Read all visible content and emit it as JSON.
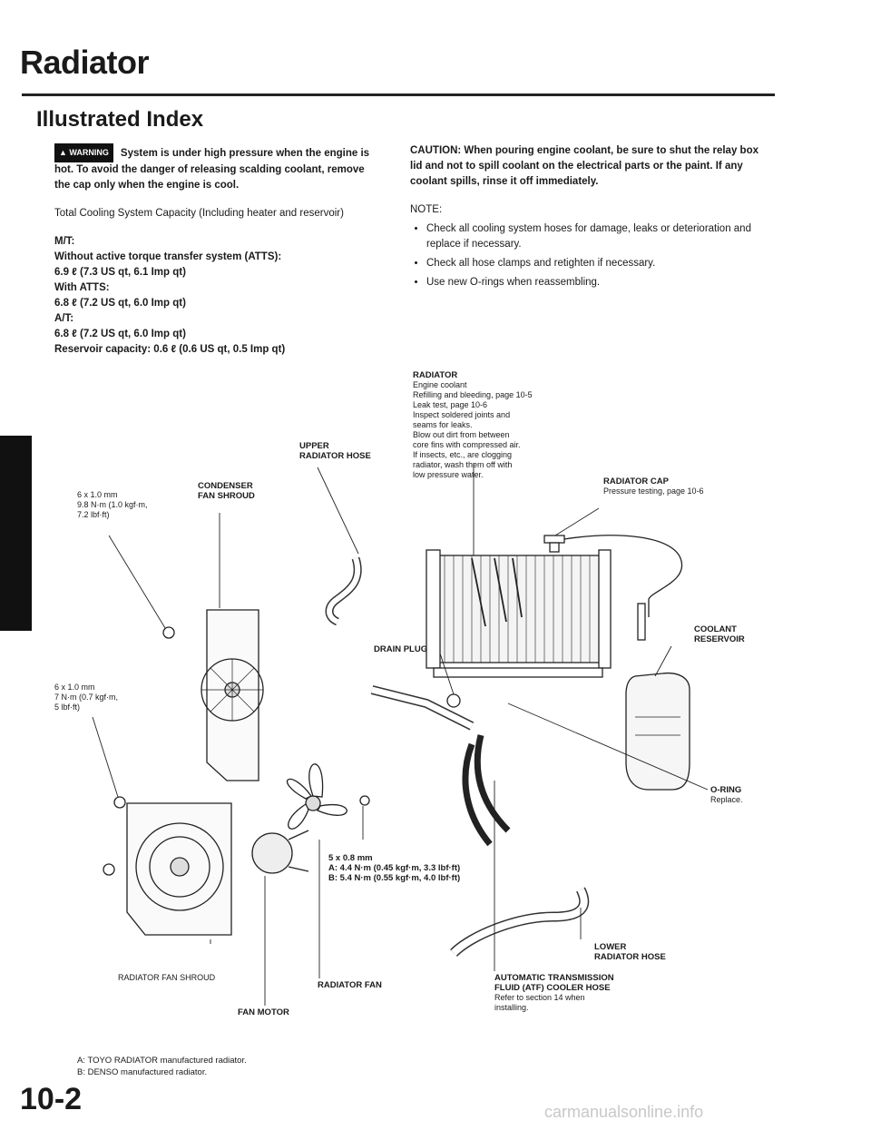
{
  "page": {
    "title": "Radiator",
    "subtitle": "Illustrated Index",
    "page_number": "10-2",
    "watermark": "carmanualsonline.info"
  },
  "left": {
    "warning_badge": "WARNING",
    "warning_text": "System is under high pressure when the engine is hot. To avoid the danger of releasing scalding coolant, remove the cap only when the engine is cool.",
    "capacity_heading": "Total Cooling System Capacity (Including heater and reservoir)",
    "mt_label": "M/T:",
    "without_atts_label": "Without active torque transfer system (ATTS):",
    "without_atts_value": "6.9 ℓ (7.3 US qt, 6.1 Imp qt)",
    "with_atts_label": "With ATTS:",
    "with_atts_value": "6.8 ℓ (7.2 US qt, 6.0 Imp qt)",
    "at_label": "A/T:",
    "at_value": "6.8 ℓ (7.2 US qt, 6.0 Imp qt)",
    "reservoir": "Reservoir capacity: 0.6 ℓ (0.6 US qt, 0.5 Imp qt)"
  },
  "right": {
    "caution": "CAUTION: When pouring engine coolant, be sure to shut the relay box lid and not to spill coolant on the electrical parts or the paint. If any coolant spills, rinse it off immediately.",
    "note_label": "NOTE:",
    "notes": [
      "Check all cooling system hoses for damage, leaks or deterioration and replace if necessary.",
      "Check all hose clamps and retighten if necessary.",
      "Use new O-rings when reassembling."
    ]
  },
  "callouts": {
    "radiator": {
      "title": "RADIATOR",
      "lines": [
        "Engine coolant",
        "Refilling and bleeding, page 10-5",
        "Leak test, page 10-6",
        "Inspect soldered joints and",
        "seams for leaks.",
        "Blow out dirt from between",
        "core fins with compressed air.",
        "If insects, etc., are clogging",
        "radiator, wash them off with",
        "low pressure water."
      ]
    },
    "radiator_cap": {
      "title": "RADIATOR CAP",
      "lines": [
        "Pressure testing, page 10-6"
      ]
    },
    "upper_hose": {
      "title_1": "UPPER",
      "title_2": "RADIATOR HOSE"
    },
    "condenser_shroud": {
      "title_1": "CONDENSER",
      "title_2": "FAN SHROUD"
    },
    "bolt_6x10_a": {
      "lines": [
        "6 x 1.0 mm",
        "9.8 N·m (1.0 kgf·m,",
        "7.2 lbf·ft)"
      ]
    },
    "bolt_6x10_b": {
      "lines": [
        "6 x 1.0 mm",
        "7 N·m (0.7 kgf·m,",
        "5 lbf·ft)"
      ]
    },
    "drain_plug": {
      "title": "DRAIN PLUG"
    },
    "coolant_reservoir": {
      "title_1": "COOLANT",
      "title_2": "RESERVOIR"
    },
    "o_ring": {
      "title": "O-RING",
      "lines": [
        "Replace."
      ]
    },
    "bolt_5x08": {
      "lines": [
        "5 x 0.8 mm",
        "A: 4.4 N·m (0.45 kgf·m, 3.3 lbf·ft)",
        "B: 5.4 N·m (0.55 kgf·m, 4.0 lbf·ft)"
      ]
    },
    "lower_hose": {
      "title_1": "LOWER",
      "title_2": "RADIATOR HOSE"
    },
    "fan_shroud": {
      "title": "RADIATOR FAN SHROUD"
    },
    "radiator_fan": {
      "title": "RADIATOR FAN"
    },
    "atf_hose": {
      "title_1": "AUTOMATIC TRANSMISSION",
      "title_2": "FLUID (ATF) COOLER HOSE",
      "lines": [
        "Refer to section 14 when",
        "installing."
      ]
    },
    "fan_motor": {
      "title": "FAN MOTOR"
    }
  },
  "footnotes": [
    "A: TOYO RADIATOR manufactured radiator.",
    "B: DENSO manufactured radiator."
  ]
}
